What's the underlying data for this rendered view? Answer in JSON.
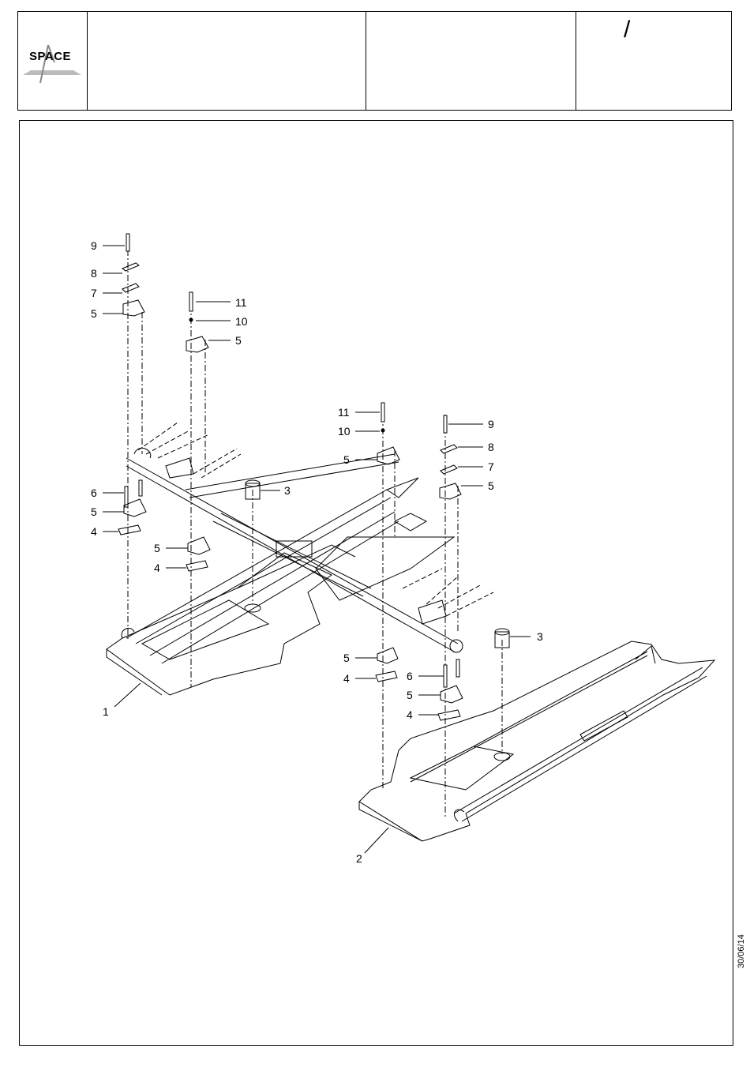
{
  "header": {
    "logo": {
      "text": "SPACE"
    },
    "title_cell": "",
    "code_cell": "",
    "revision_mark": "/"
  },
  "footer": {
    "date": "30/06/14"
  },
  "diagram": {
    "callouts": [
      {
        "id": "c1",
        "text": "1"
      },
      {
        "id": "c2",
        "text": "2"
      },
      {
        "id": "c3a",
        "text": "3"
      },
      {
        "id": "c3b",
        "text": "3"
      },
      {
        "id": "c4a",
        "text": "4"
      },
      {
        "id": "c4b",
        "text": "4"
      },
      {
        "id": "c4c",
        "text": "4"
      },
      {
        "id": "c4d",
        "text": "4"
      },
      {
        "id": "c5a",
        "text": "5"
      },
      {
        "id": "c5b",
        "text": "5"
      },
      {
        "id": "c5c",
        "text": "5"
      },
      {
        "id": "c5d",
        "text": "5"
      },
      {
        "id": "c5e",
        "text": "5"
      },
      {
        "id": "c5f",
        "text": "5"
      },
      {
        "id": "c5g",
        "text": "5"
      },
      {
        "id": "c5h",
        "text": "5"
      },
      {
        "id": "c6a",
        "text": "6"
      },
      {
        "id": "c6b",
        "text": "6"
      },
      {
        "id": "c7a",
        "text": "7"
      },
      {
        "id": "c7b",
        "text": "7"
      },
      {
        "id": "c8a",
        "text": "8"
      },
      {
        "id": "c8b",
        "text": "8"
      },
      {
        "id": "c9a",
        "text": "9"
      },
      {
        "id": "c9b",
        "text": "9"
      },
      {
        "id": "c10a",
        "text": "10"
      },
      {
        "id": "c10b",
        "text": "10"
      },
      {
        "id": "c11a",
        "text": "11"
      },
      {
        "id": "c11b",
        "text": "11"
      }
    ]
  }
}
